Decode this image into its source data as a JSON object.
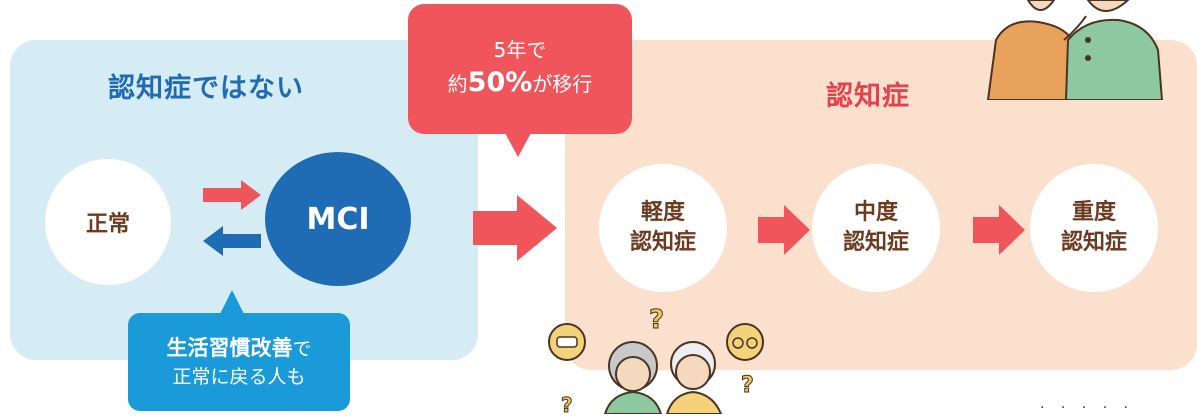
{
  "left_panel": {
    "title": "認知症ではない"
  },
  "right_panel": {
    "title": "認知症"
  },
  "nodes": {
    "normal": "正常",
    "mci": "MCI",
    "mild": [
      "軽度",
      "認知症"
    ],
    "moderate": [
      "中度",
      "認知症"
    ],
    "severe": [
      "重度",
      "認知症"
    ]
  },
  "callout_transition": {
    "line1": "5年で",
    "prefix": "約",
    "percent": "50%",
    "suffix": "が移行"
  },
  "callout_recovery": {
    "emphasis": "生活習慣改善",
    "after": "で",
    "line2": "正常に戻る人も"
  },
  "colors": {
    "blue_primary": "#1f6bb4",
    "red_primary": "#e5414f",
    "arrow_red": "#f0555b",
    "arrow_blue": "#1f6bb4",
    "left_bg": "#d5ecf5",
    "right_bg": "#fbe0cd",
    "stage_text": "#6b3a1f"
  },
  "icons": [
    "arrow-right-icon",
    "arrow-left-icon",
    "couple-illustration",
    "confused-elderly-illustration",
    "question-mark-icon",
    "glasses-icon",
    "meter-icon"
  ]
}
